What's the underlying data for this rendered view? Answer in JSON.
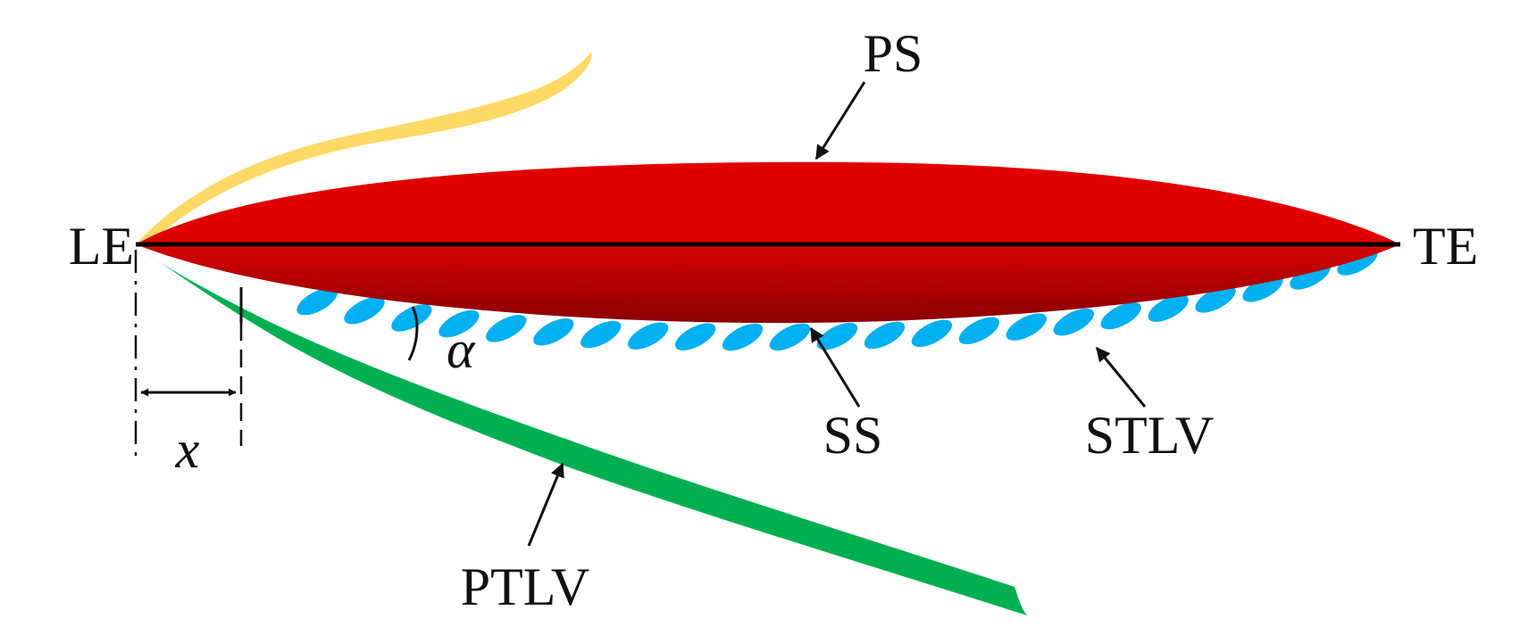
{
  "labels": {
    "leading_edge": "LE",
    "trailing_edge": "TE",
    "pressure_side": "PS",
    "suction_side": "SS",
    "stlv": "STLV",
    "ptlv": "PTLV",
    "alpha": "α",
    "x": "x"
  },
  "colors": {
    "blade_top": "#e00000",
    "blade_bottom": "#8a0000",
    "chord_line": "#000000",
    "ptlv_vortex": "#00b050",
    "upper_vortex": "#ffd966",
    "stlv_vortices": "#00b0f0",
    "arrows": "#111111"
  },
  "stlv_vortex_count": 23
}
